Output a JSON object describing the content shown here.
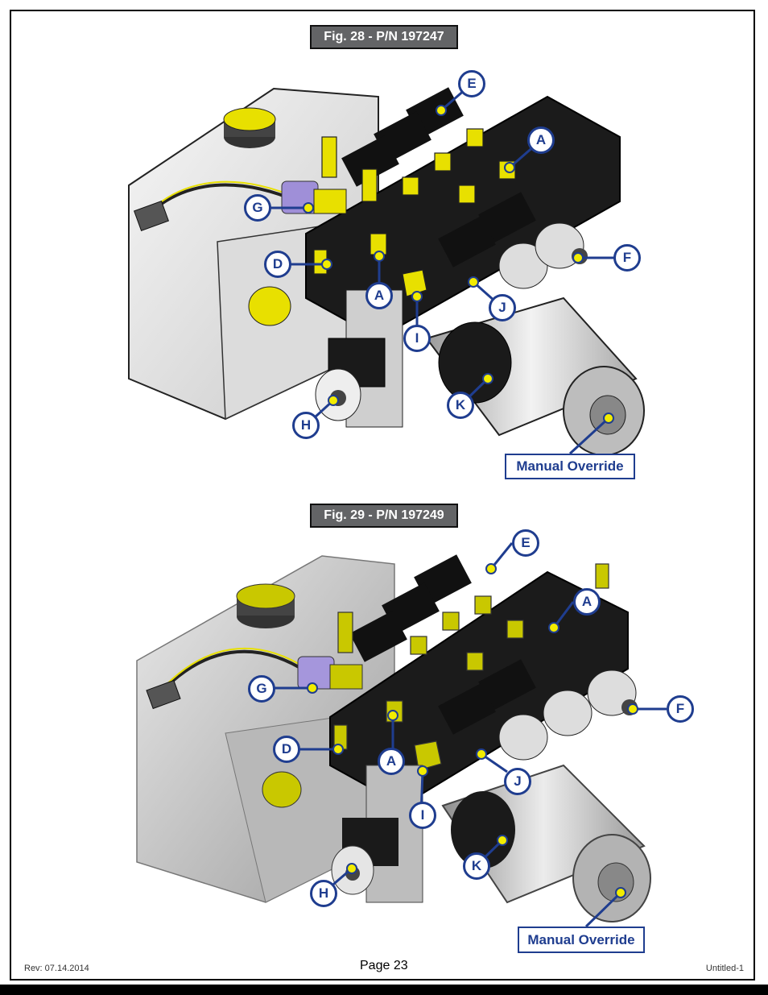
{
  "figures": [
    {
      "title": "Fig. 28 - P/N 197247",
      "callouts": [
        "E",
        "A",
        "G",
        "D",
        "A",
        "F",
        "J",
        "I",
        "K",
        "H"
      ],
      "override_label": "Manual Override"
    },
    {
      "title": "Fig. 29 - P/N 197249",
      "callouts": [
        "E",
        "A",
        "G",
        "F",
        "D",
        "A",
        "J",
        "I",
        "K",
        "H"
      ],
      "override_label": "Manual Override"
    }
  ],
  "footer": {
    "revision": "Rev: 07.14.2014",
    "page": "Page 23",
    "file": "Untitled-1"
  },
  "colors": {
    "callout_blue": "#1f3d8f",
    "brass_yellow": "#e8e000",
    "title_gray": "#636466"
  }
}
